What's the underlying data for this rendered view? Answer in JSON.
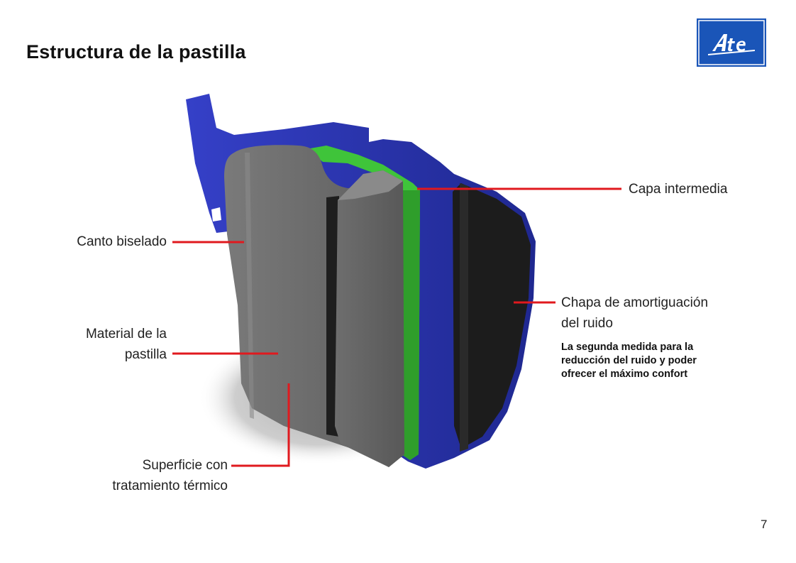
{
  "header": {
    "title": "Estructura de la pastilla",
    "logo_text": "Ate"
  },
  "labels": {
    "canto_biselado": "Canto biselado",
    "material_line1": "Material de la",
    "material_line2": "pastilla",
    "superficie_line1": "Superficie con",
    "superficie_line2": "tratamiento térmico",
    "capa_intermedia": "Capa intermedia",
    "chapa_line1": "Chapa de amortiguación",
    "chapa_line2": "del ruido"
  },
  "note": {
    "line1": "La segunda medida para la",
    "line2": "reducción del ruido y poder",
    "line3": "ofrecer el máximo confort"
  },
  "footer": {
    "page_number": "7"
  },
  "colors": {
    "backing_plate": "#2b35b0",
    "intermediate_layer": "#3fc43a",
    "friction_material": "#6b6b6b",
    "damping_shim": "#1c1c1c",
    "callout_line": "#e0191e",
    "logo_blue": "#1a55b8"
  }
}
